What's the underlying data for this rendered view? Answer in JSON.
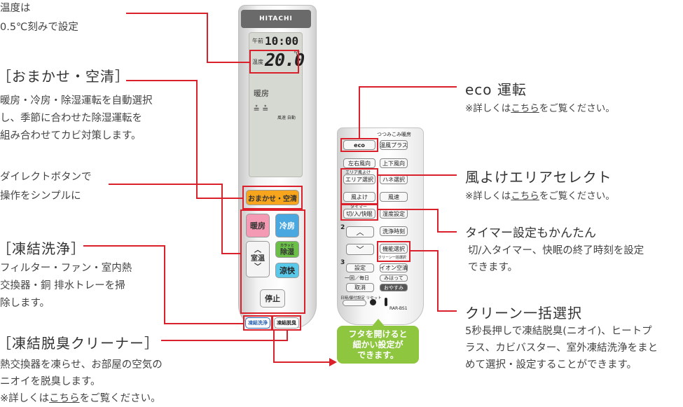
{
  "left": {
    "temp_title": "温度は",
    "temp_desc": "0.5℃刻みで設定",
    "omakase_title": "［おまかせ・空清］",
    "omakase_lines": [
      "暖房・冷房・除湿運転を自動選択",
      "し、季節に合わせた除湿運転を",
      "組み合わせてカビ対策します。"
    ],
    "direct_lines": [
      "ダイレクトボタンで",
      "操作をシンプルに"
    ],
    "touketsu_title": "［凍結洗浄］",
    "touketsu_lines": [
      "フィルター・ファン・室内熱",
      "交換器・銅 排水トレーを掃",
      "除します。"
    ],
    "deodor_title": "［凍結脱臭クリーナー］",
    "deodor_lines": [
      "熱交換器を凍らせ、お部屋の空気の",
      "ニオイを脱臭します。"
    ],
    "deodor_note_pre": "※詳しくは",
    "deodor_note_link": "こちら",
    "deodor_note_post": "をご覧ください。"
  },
  "right": {
    "eco_title": "eco 運転",
    "eco_note_pre": "※詳しくは",
    "eco_note_link": "こちら",
    "eco_note_post": "をご覧ください。",
    "area_title": "風よけエリアセレクト",
    "area_note_pre": "※詳しくは",
    "area_note_link": "こちら",
    "area_note_post": "をご覧ください。",
    "timer_title": "タイマー設定もかんたん",
    "timer_lines": [
      "切/入タイマー、快眠の終了時刻を設定",
      "できます。"
    ],
    "clean_title": "クリーン一括選択",
    "clean_lines": [
      "5秒長押しで凍結脱臭(ニオイ)、ヒートプ",
      "ラス、カビバスター、室外凍結洗浄をまと",
      "めて選択・設定することができます。"
    ]
  },
  "remote": {
    "brand": "HITACHI",
    "lcd_time": "10:00",
    "lcd_gozen": "午前",
    "lcd_temp_label": "温度",
    "lcd_temp": "20.0",
    "lcd_unit": "℃",
    "lcd_mode": "暖房",
    "lcd_fan_label": "風速 自動",
    "btn_omakase": "おまかせ・空清",
    "btn_danbo": "暖房",
    "btn_reibo": "冷房",
    "btn_up": "︿",
    "btn_down": "﹀",
    "btn_situon": "室温",
    "btn_karatto": "カラッと",
    "btn_joshitsu": "除湿",
    "btn_ryokai": "涼快",
    "btn_stop": "停止",
    "btn_touketsu": "凍結洗浄",
    "btn_deodor": "凍結脱臭"
  },
  "remote2": {
    "top_label": "つつみこみ暖房",
    "b_eco": "eco",
    "b_onpu": "温風プラス",
    "b_sayu": "左右風向",
    "b_joge": "上下風向",
    "area_label": "エリア風よけ",
    "b_area": "エリア選択",
    "b_hane": "ハネ選択",
    "b_kazeyoke": "風よけ",
    "b_fusoku": "風速",
    "timer_label": "タイマー",
    "b_kirii": "切/入/快眠",
    "b_shitsudo": "湿度設定",
    "b_senjo": "洗浄時刻",
    "b_kino": "機能選択",
    "kino_sub": "クリーン一括選択",
    "b_settei": "設定",
    "b_ion": "イオン空清",
    "ichikai": "一回／毎日",
    "b_torikeshi": "取消",
    "b_mitatte": "みはって",
    "b_oyasumi": "おやすみ",
    "bottom_label": "日時/御付設定 リセット",
    "model": "RAR-BS1",
    "num2": "2",
    "num3": "3"
  },
  "bubble": {
    "lines": [
      "フタを開けると",
      "細かい設定が",
      "できます。"
    ]
  },
  "colors": {
    "red": "#d9202b",
    "omakase_orange": "#f7a51c",
    "danbo_pink": "#f59ab4",
    "reibo_blue": "#4aa8e0",
    "joshitsu_green": "#6cc04a",
    "ryokai_cyan": "#5ac8e8",
    "bubble_green": "#8ec63f"
  }
}
